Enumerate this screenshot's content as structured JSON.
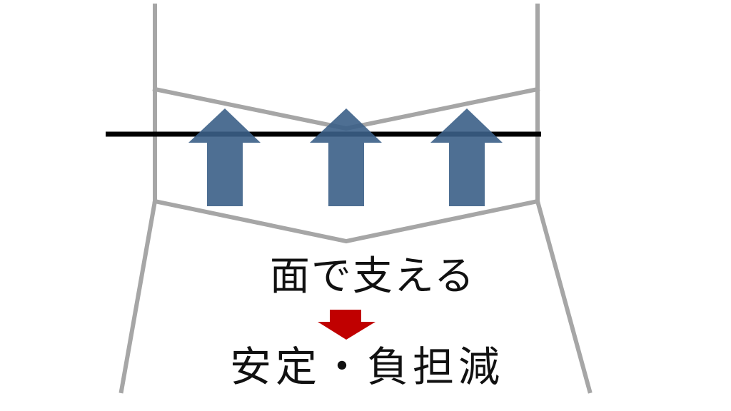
{
  "diagram": {
    "support_caption": "面で支える",
    "result_caption": "安定・負担減",
    "colors": {
      "outline": "#a6a6a6",
      "support_line": "#000000",
      "up_arrows": "#3b5f87",
      "down_arrow": "#c00000"
    },
    "up_arrow_count": 3,
    "icons": [
      "up-arrow-icon",
      "down-arrow-icon"
    ]
  }
}
